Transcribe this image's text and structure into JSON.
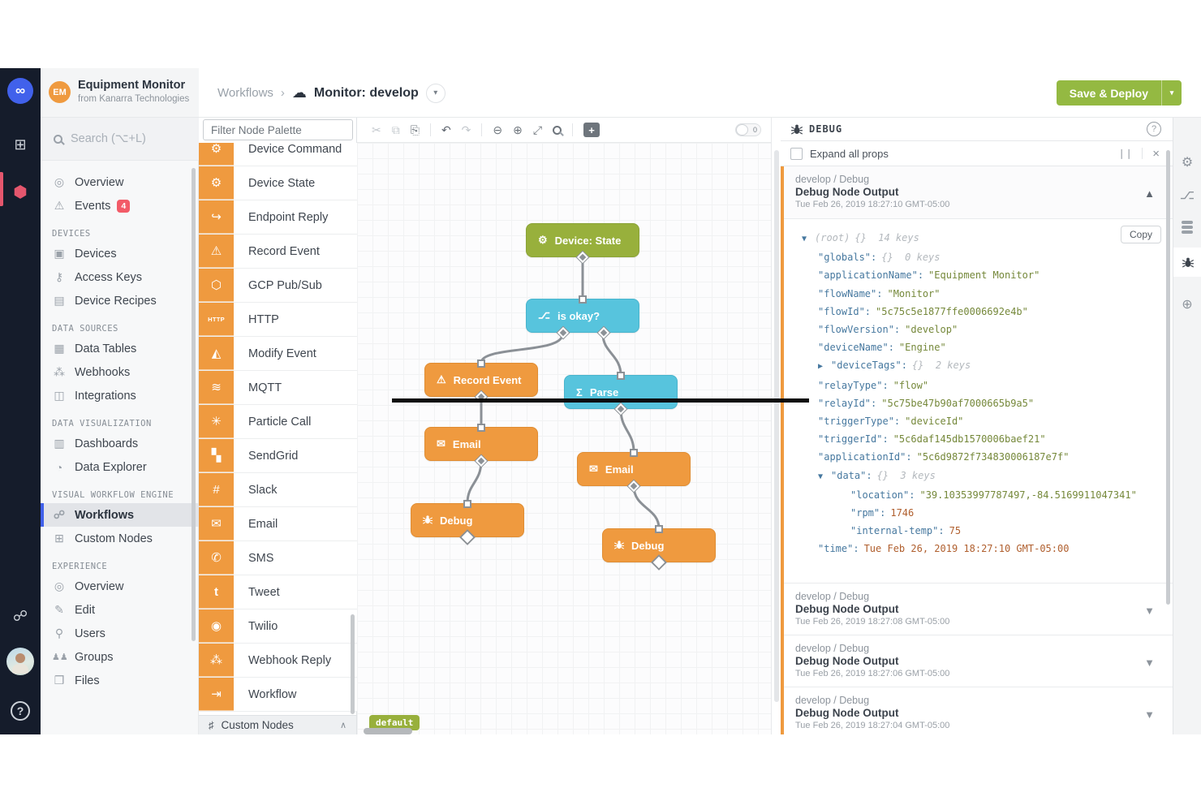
{
  "colors": {
    "brand_orange": "#ef9a3f",
    "node_green": "#98b03c",
    "node_blue": "#57c4dd",
    "save_green": "#94b942",
    "rail_navy": "#151c2b",
    "accent_blue": "#4161eb",
    "badge_red": "#f25b68",
    "json_key": "#46789f",
    "json_string": "#75883a",
    "json_number": "#b05f2e"
  },
  "rail_left": {
    "logo": "∞",
    "dashboards_icon": "⊞",
    "app_icon": "⬢",
    "workflow_icon": "☍",
    "help": "?"
  },
  "org": {
    "avatar_initials": "EM",
    "name": "Equipment Monitor",
    "subtitle": "from Kanarra Technologies",
    "search_placeholder": "Search (⌥+L)"
  },
  "sidebar": {
    "sections": [
      {
        "items": [
          {
            "icon": "◎",
            "label": "Overview"
          },
          {
            "icon": "⚠",
            "label": "Events",
            "badge": "4"
          }
        ]
      },
      {
        "label": "DEVICES",
        "items": [
          {
            "icon": "▣",
            "label": "Devices"
          },
          {
            "icon": "⚷",
            "label": "Access Keys"
          },
          {
            "icon": "▤",
            "label": "Device Recipes"
          }
        ]
      },
      {
        "label": "DATA SOURCES",
        "items": [
          {
            "icon": "▦",
            "label": "Data Tables"
          },
          {
            "icon": "⁂",
            "label": "Webhooks"
          },
          {
            "icon": "◫",
            "label": "Integrations"
          }
        ]
      },
      {
        "label": "DATA VISUALIZATION",
        "items": [
          {
            "icon": "▥",
            "label": "Dashboards"
          },
          {
            "icon": "◔",
            "label": "Data Explorer"
          }
        ]
      },
      {
        "label": "VISUAL WORKFLOW ENGINE",
        "items": [
          {
            "icon": "☍",
            "label": "Workflows"
          },
          {
            "icon": "⊞",
            "label": "Custom Nodes"
          }
        ]
      },
      {
        "label": "EXPERIENCE",
        "items": [
          {
            "icon": "◎",
            "label": "Overview"
          },
          {
            "icon": "✎",
            "label": "Edit"
          },
          {
            "icon": "⚲",
            "label": "Users"
          },
          {
            "icon": "♟♟",
            "label": "Groups"
          },
          {
            "icon": "❒",
            "label": "Files"
          }
        ]
      }
    ]
  },
  "topbar": {
    "breadcrumb_root": "Workflows",
    "breadcrumb_sep": "›",
    "breadcrumb_cloud": "☁",
    "breadcrumb_current": "Monitor: develop",
    "breadcrumb_caret": "▾",
    "save_label": "Save & Deploy",
    "save_caret": "▾"
  },
  "palette": {
    "filter_placeholder": "Filter Node Palette",
    "items": [
      {
        "icon": "⚙",
        "label": "Device Command"
      },
      {
        "icon": "⚙",
        "label": "Device State"
      },
      {
        "icon": "↪",
        "label": "Endpoint Reply"
      },
      {
        "icon": "⚠",
        "label": "Record Event"
      },
      {
        "icon": "⬡",
        "label": "GCP Pub/Sub"
      },
      {
        "icon": "HTTP",
        "label": "HTTP"
      },
      {
        "icon": "◭",
        "label": "Modify Event"
      },
      {
        "icon": "≋",
        "label": "MQTT"
      },
      {
        "icon": "✳",
        "label": "Particle Call"
      },
      {
        "icon": "▚",
        "label": "SendGrid"
      },
      {
        "icon": "#",
        "label": "Slack"
      },
      {
        "icon": "✉",
        "label": "Email"
      },
      {
        "icon": "✆",
        "label": "SMS"
      },
      {
        "icon": "t",
        "label": "Tweet"
      },
      {
        "icon": "◉",
        "label": "Twilio"
      },
      {
        "icon": "⁂",
        "label": "Webhook Reply"
      },
      {
        "icon": "⇥",
        "label": "Workflow"
      }
    ],
    "footer": {
      "icon": "♯",
      "label": "Custom Nodes",
      "chevron": "∧"
    }
  },
  "canvas": {
    "toolbar": {
      "cut": "✂",
      "copy": "⧉",
      "paste": "⎘",
      "undo": "↶",
      "redo": "↷",
      "zoom_out": "⊖",
      "zoom_in": "⊕",
      "fit": "⤢",
      "add_note": "+",
      "toggle_count": "0"
    },
    "nodes": [
      {
        "icon": "⚙",
        "label": "Device: State"
      },
      {
        "icon": "⌥",
        "label": "is okay?"
      },
      {
        "icon": "⚠",
        "label": "Record Event"
      },
      {
        "icon": "Σ",
        "label": "Parse"
      },
      {
        "icon": "✉",
        "label": "Email"
      },
      {
        "icon": "✉",
        "label": "Email"
      },
      {
        "label": "Debug"
      },
      {
        "label": "Debug"
      }
    ],
    "default_tag": "default"
  },
  "debug": {
    "title": "DEBUG",
    "help": "?",
    "expand_label": "Expand all props",
    "pause": "❘❘",
    "close": "×",
    "copy_label": "Copy",
    "collapse_chevron": "▲",
    "expand_chevron": "▼",
    "entries": [
      {
        "path": "develop / Debug",
        "title": "Debug Node Output",
        "time": "Tue Feb 26, 2019 18:27:10 GMT-05:00"
      },
      {
        "path": "develop / Debug",
        "title": "Debug Node Output",
        "time": "Tue Feb 26, 2019 18:27:08 GMT-05:00"
      },
      {
        "path": "develop / Debug",
        "title": "Debug Node Output",
        "time": "Tue Feb 26, 2019 18:27:06 GMT-05:00"
      },
      {
        "path": "develop / Debug",
        "title": "Debug Node Output",
        "time": "Tue Feb 26, 2019 18:27:04 GMT-05:00"
      }
    ],
    "json_lines": [
      {
        "arrow": "▼",
        "name": "(root)",
        "meta": "{}  14 keys"
      },
      {
        "key": "\"globals\":",
        "meta": "{}  0 keys"
      },
      {
        "key": "\"applicationName\":",
        "str": "\"Equipment Monitor\""
      },
      {
        "key": "\"flowName\":",
        "str": "\"Monitor\""
      },
      {
        "key": "\"flowId\":",
        "str": "\"5c75c5e1877ffe0006692e4b\""
      },
      {
        "key": "\"flowVersion\":",
        "str": "\"develop\""
      },
      {
        "key": "\"deviceName\":",
        "str": "\"Engine\""
      },
      {
        "arrow": "▶",
        "key": "\"deviceTags\":",
        "meta": "{}  2 keys"
      },
      {
        "key": "\"relayType\":",
        "str": "\"flow\""
      },
      {
        "key": "\"relayId\":",
        "str": "\"5c75be47b90af7000665b9a5\""
      },
      {
        "key": "\"triggerType\":",
        "str": "\"deviceId\""
      },
      {
        "key": "\"triggerId\":",
        "str": "\"5c6daf145db1570006baef21\""
      },
      {
        "key": "\"applicationId\":",
        "str": "\"5c6d9872f734830006187e7f\""
      },
      {
        "arrow": "▼",
        "key": "\"data\":",
        "meta": "{}  3 keys"
      },
      {
        "key": "\"location\":",
        "str": "\"39.10353997787497,-84.5169911047341\""
      },
      {
        "key": "\"rpm\":",
        "num": "1746"
      },
      {
        "key": "\"internal-temp\":",
        "num": "75"
      },
      {
        "key": "\"time\":",
        "time": "Tue Feb 26, 2019 18:27:10 GMT-05:00"
      }
    ]
  },
  "rail_right": {
    "settings": "⚙",
    "versions": "⌥",
    "globe": "⊕"
  }
}
